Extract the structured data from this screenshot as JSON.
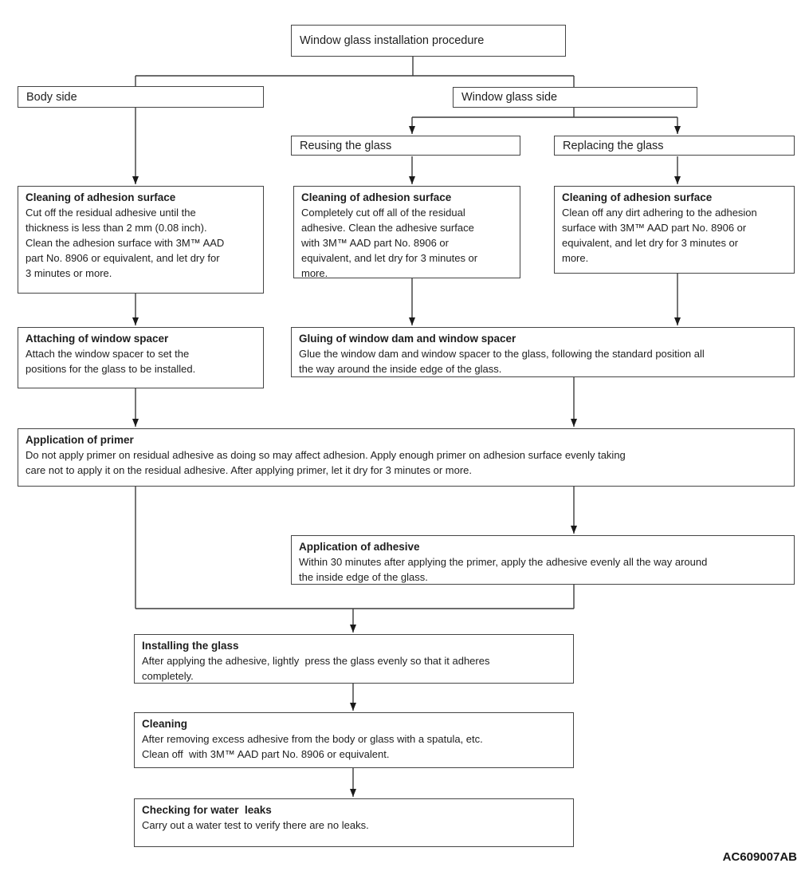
{
  "figure_code": "AC609007AB",
  "colors": {
    "line": "#3c3c3c",
    "border": "#454545",
    "text": "#1e1e1e",
    "background": "#ffffff"
  },
  "nodes": {
    "start": {
      "label": "Window glass installation procedure"
    },
    "body_side": {
      "label": "Body side"
    },
    "window_side": {
      "label": "Window glass side"
    },
    "reusing": {
      "label": "Reusing the glass"
    },
    "replacing": {
      "label": "Replacing  the glass"
    },
    "clean_body": {
      "title": "Cleaning of adhesion surface",
      "body": "Cut off the residual adhesive until the\nthickness is less than 2 mm (0.08 inch).\nClean the adhesion surface with 3M™ AAD\npart No. 8906 or equivalent, and let dry for\n3 minutes or more."
    },
    "clean_reuse": {
      "title": "Cleaning of adhesion surface",
      "body": "Completely cut off all of the residual\nadhesive. Clean the adhesive surface\nwith 3M™ AAD part No. 8906 or\nequivalent, and let dry for 3 minutes or\nmore."
    },
    "clean_replace": {
      "title": "Cleaning of adhesion surface",
      "body": "Clean off any dirt adhering to the adhesion\nsurface with 3M™ AAD part No. 8906 or\nequivalent, and let dry for 3 minutes or\nmore."
    },
    "spacer": {
      "title": "Attaching of window spacer",
      "body": "Attach the window spacer to set the\npositions for the glass to be installed."
    },
    "gluing": {
      "title": "Gluing of window dam and window spacer",
      "body": "Glue the window dam and window spacer to the glass, following the standard position all\nthe way around the inside edge of the glass."
    },
    "primer": {
      "title": "Application of primer",
      "body": "Do not apply primer on residual adhesive as doing so may affect adhesion. Apply enough primer on adhesion surface evenly taking\ncare not to apply it on the residual adhesive. After applying primer, let it dry for 3 minutes or more."
    },
    "adhesive": {
      "title": "Application of adhesive",
      "body": "Within 30 minutes after applying the primer, apply the adhesive evenly all the way around\nthe inside edge of the glass."
    },
    "installing": {
      "title": "Installing the glass",
      "body": "After applying the adhesive, lightly  press the glass evenly so that it adheres\ncompletely."
    },
    "cleaning": {
      "title": "Cleaning",
      "body": "After removing excess adhesive from the body or glass with a spatula, etc.\nClean off  with 3M™ AAD part No. 8906 or equivalent."
    },
    "water_leaks": {
      "title": "Checking for water  leaks",
      "body": "Carry out a water test to verify there are no leaks."
    }
  }
}
